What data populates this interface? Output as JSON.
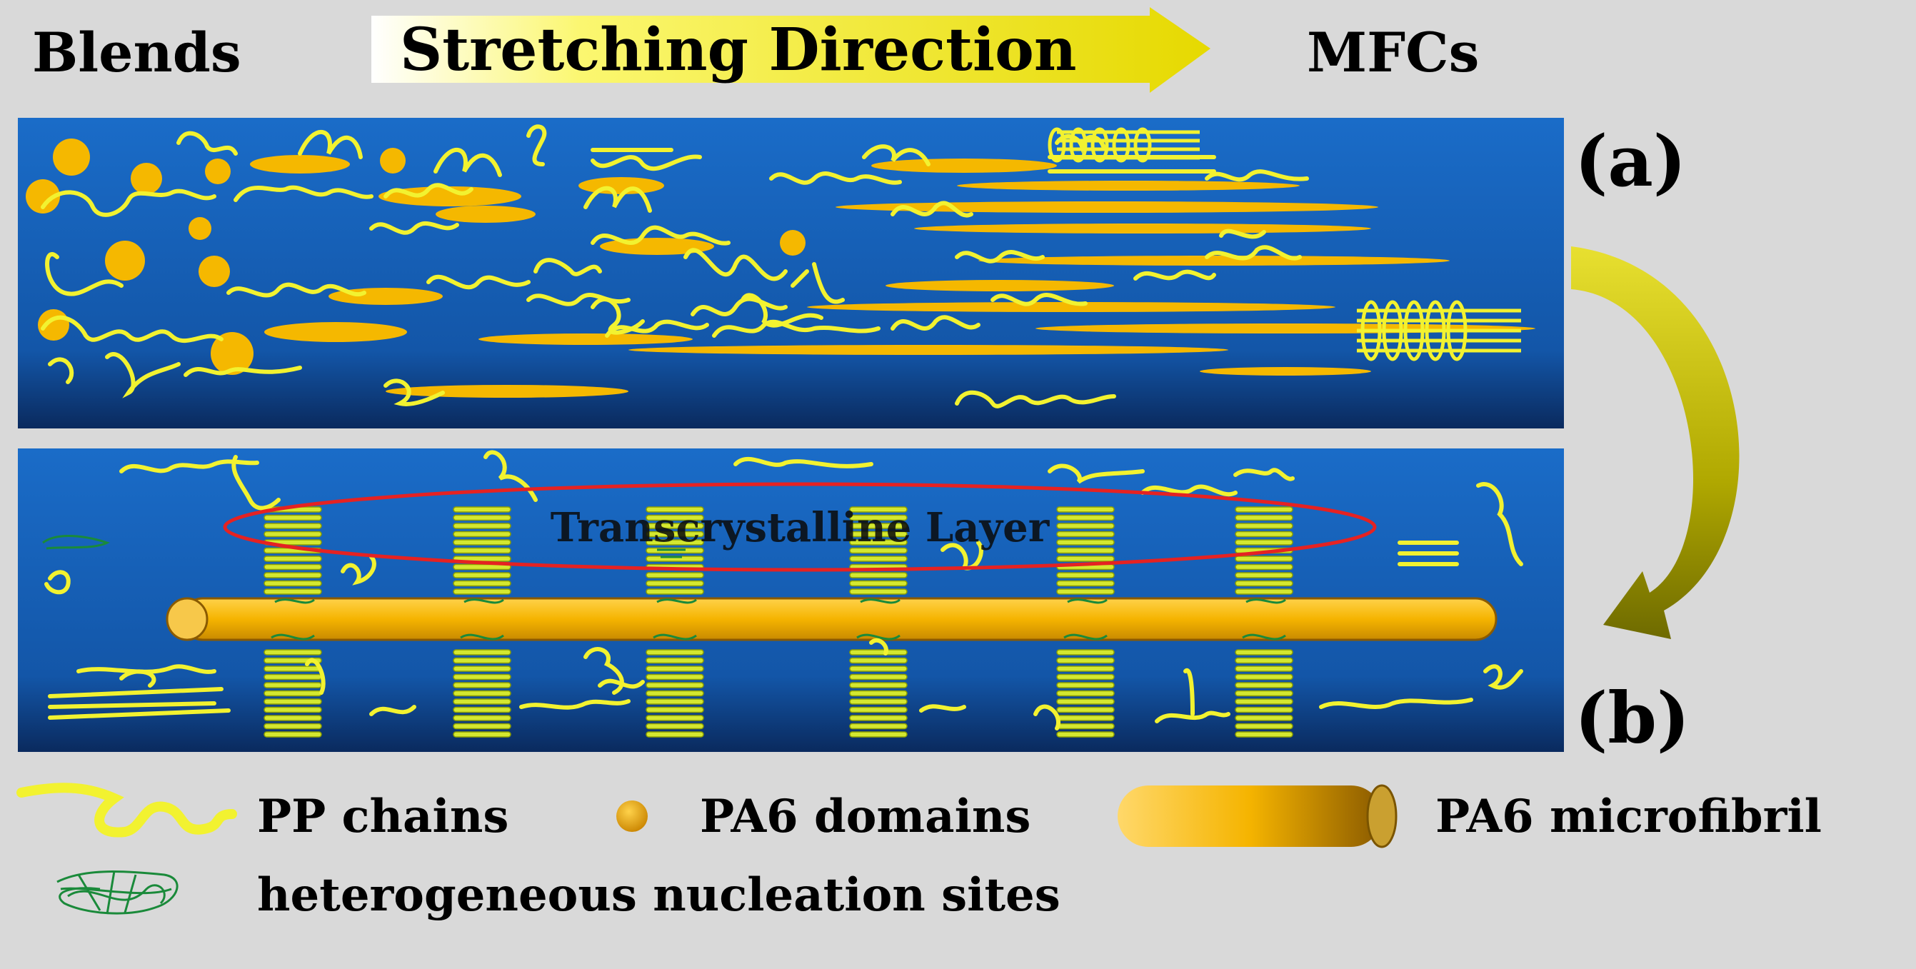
{
  "header": {
    "left_label": "Blends",
    "arrow_label": "Stretching Direction",
    "right_label": "MFCs"
  },
  "panels": {
    "a_label": "(a)",
    "b_label": "(b)",
    "b_annotation": "Transcrystalline Layer"
  },
  "legend": {
    "pp_chains": "PP chains",
    "pa6_domains": "PA6 domains",
    "pa6_microfibril": "PA6 microfibril",
    "nucleation_sites": "heterogeneous nucleation sites"
  },
  "colors": {
    "background": "#d9d9d9",
    "panel_top": "#1760b8",
    "panel_bottom": "#0a2f6a",
    "pp_chain": "#f2f230",
    "pa6": "#f5b800",
    "nucleation": "#1a8a3a",
    "tcl_ellipse": "#e02020",
    "curved_arrow": "#b8b000"
  }
}
